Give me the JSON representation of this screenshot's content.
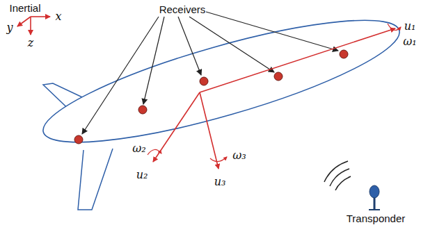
{
  "diagram": {
    "labels": [
      "Inertial",
      "x",
      "y",
      "z",
      "Receivers",
      "u₁",
      "ω₁",
      "u₂",
      "ω₂",
      "u₃",
      "ω₃",
      "Transponder"
    ]
  }
}
